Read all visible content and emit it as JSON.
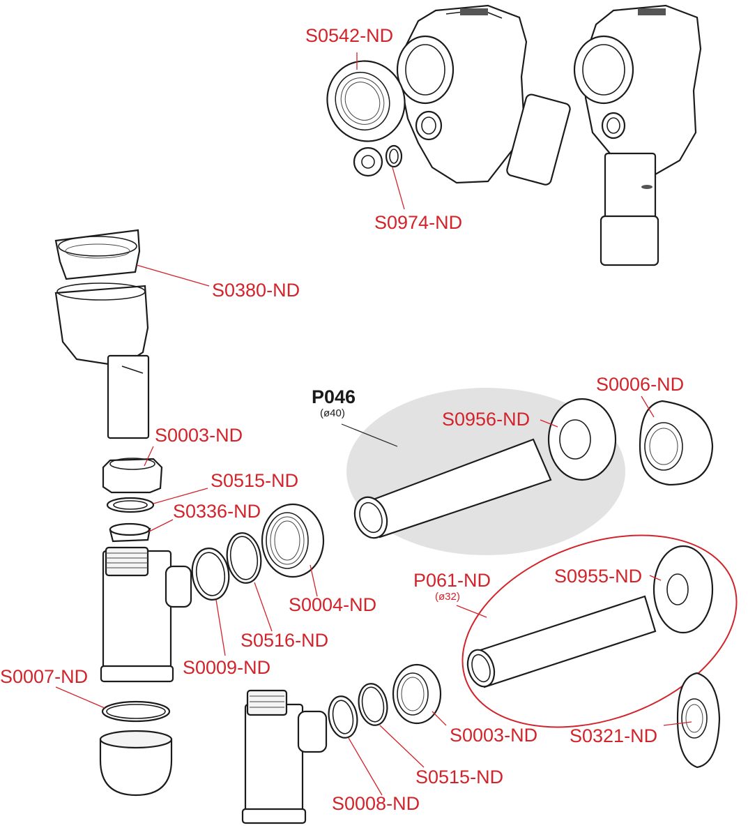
{
  "colors": {
    "label_red": "#d3232a",
    "label_dark": "#1a1a1a",
    "highlight_fill": "#e2e2e2",
    "outline_red": "#d3232a"
  },
  "labels": {
    "s0542": "S0542-ND",
    "s0974": "S0974-ND",
    "s0380": "S0380-ND",
    "s0003_top": "S0003-ND",
    "s0515_top": "S0515-ND",
    "s0336": "S0336-ND",
    "s0004": "S0004-ND",
    "s0516": "S0516-ND",
    "s0009": "S0009-ND",
    "s0007": "S0007-ND",
    "p046": "P046",
    "p046_diameter": "(ø40)",
    "s0956": "S0956-ND",
    "s0006": "S0006-ND",
    "p061": "P061-ND",
    "p061_diameter": "(ø32)",
    "s0955": "S0955-ND",
    "s0003_bottom": "S0003-ND",
    "s0321": "S0321-ND",
    "s0515_bottom": "S0515-ND",
    "s0008": "S0008-ND"
  },
  "icons": {
    "wall_siphon_a": "wall-siphon-icon",
    "wall_siphon_b": "wall-siphon-icon",
    "bottle_trap_large": "bottle-trap-icon",
    "bottle_trap_small": "bottle-trap-icon",
    "tube_p046": "pipe-icon",
    "tube_p061": "pipe-icon",
    "rosette": "rosette-icon",
    "nut": "nut-icon",
    "gasket": "gasket-icon"
  }
}
